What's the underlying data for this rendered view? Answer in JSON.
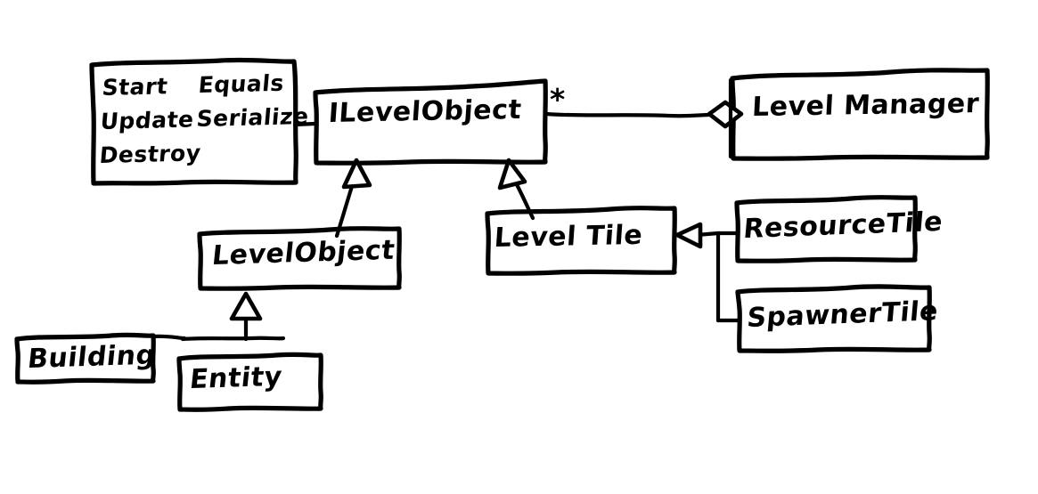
{
  "diagram": {
    "title": "ILevelObject UML class diagram",
    "style": "hand-drawn whiteboard sketch",
    "background_color": "#ffffff",
    "stroke_color": "#000000"
  },
  "nodes": {
    "methods_box": {
      "kind": "note",
      "column_one": [
        "Start",
        "Update",
        "Destroy"
      ],
      "column_two": [
        "Equals",
        "Serialize"
      ],
      "method_start": "Start",
      "method_update": "Update",
      "method_destroy": "Destroy",
      "method_equals": "Equals",
      "method_serialize": "Serialize"
    },
    "ilevelobject": {
      "kind": "interface",
      "label": "ILevelObject"
    },
    "levelmanager": {
      "kind": "class",
      "label": "Level Manager"
    },
    "levelobject": {
      "kind": "class",
      "label": "LevelObject"
    },
    "leveltile": {
      "kind": "class",
      "label": "Level Tile"
    },
    "resourcetile": {
      "kind": "class",
      "label": "ResourceTile"
    },
    "spawnertile": {
      "kind": "class",
      "label": "SpawnerTile"
    },
    "building": {
      "kind": "class",
      "label": "Building"
    },
    "entity": {
      "kind": "class",
      "label": "Entity"
    }
  },
  "labels": {
    "multiplicity_many": "*"
  },
  "edges": [
    {
      "from": "methods_box",
      "to": "ilevelobject",
      "type": "note-link",
      "label": ""
    },
    {
      "from": "levelmanager",
      "to": "ilevelobject",
      "type": "aggregation",
      "label": "*"
    },
    {
      "from": "levelobject",
      "to": "ilevelobject",
      "type": "generalization",
      "label": ""
    },
    {
      "from": "leveltile",
      "to": "ilevelobject",
      "type": "generalization",
      "label": ""
    },
    {
      "from": "resourcetile",
      "to": "leveltile",
      "type": "generalization",
      "label": ""
    },
    {
      "from": "spawnertile",
      "to": "leveltile",
      "type": "generalization",
      "label": ""
    },
    {
      "from": "building",
      "to": "levelobject",
      "type": "generalization",
      "label": ""
    },
    {
      "from": "entity",
      "to": "levelobject",
      "type": "generalization",
      "label": ""
    }
  ]
}
